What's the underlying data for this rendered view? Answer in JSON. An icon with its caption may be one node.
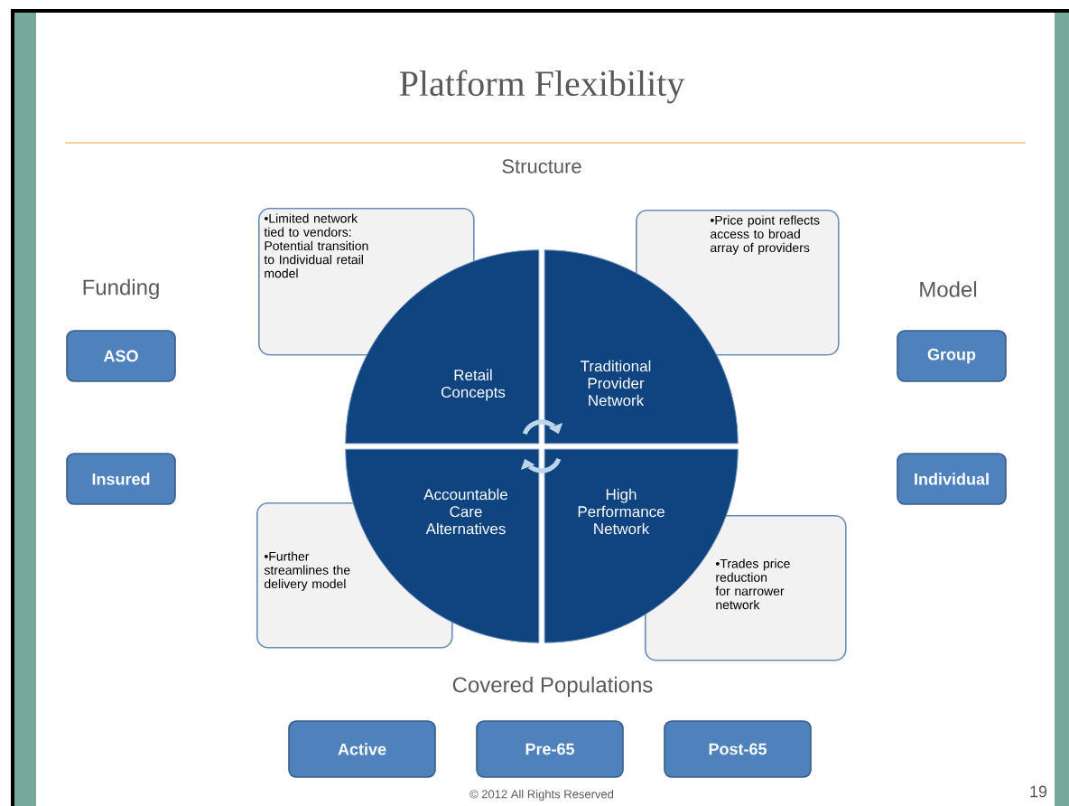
{
  "diagram": {
    "title": "Platform Flexibility",
    "nodes": [
      {
        "text": [
          "•Limited network tied to vendors: Potential transition to Individual retail model"
        ]
      },
      {
        "text": [
          "•Price point reflects access to broad array of providers"
        ]
      },
      {
        "text": [
          "Retail Concepts"
        ]
      },
      {
        "text": [
          "Traditional Provider Network"
        ]
      },
      {
        "text": [
          "Accountable Care Alternatives"
        ]
      },
      {
        "text": [
          "High Performance Network"
        ]
      },
      {
        "text": [
          "•Further streamlines the delivery model"
        ]
      },
      {
        "text": [
          "•Trades price reduction for narrower network"
        ]
      },
      {
        "text": [
          "ASO"
        ]
      },
      {
        "text": [
          "Group"
        ]
      },
      {
        "text": [
          "Insured"
        ]
      },
      {
        "text": [
          "Individual"
        ]
      },
      {
        "text": [
          "Active"
        ]
      },
      {
        "text": [
          "Pre-65"
        ]
      },
      {
        "text": [
          "Post-65"
        ]
      }
    ],
    "edges": [
      {
        "from": 2,
        "to": 3,
        "arrow": "to"
      },
      {
        "from": 5,
        "to": 4,
        "arrow": "to"
      }
    ],
    "labels": [
      "Structure",
      "Funding",
      "Model",
      "Covered Populations",
      "© 2012 All Rights Reserved",
      "19"
    ]
  }
}
